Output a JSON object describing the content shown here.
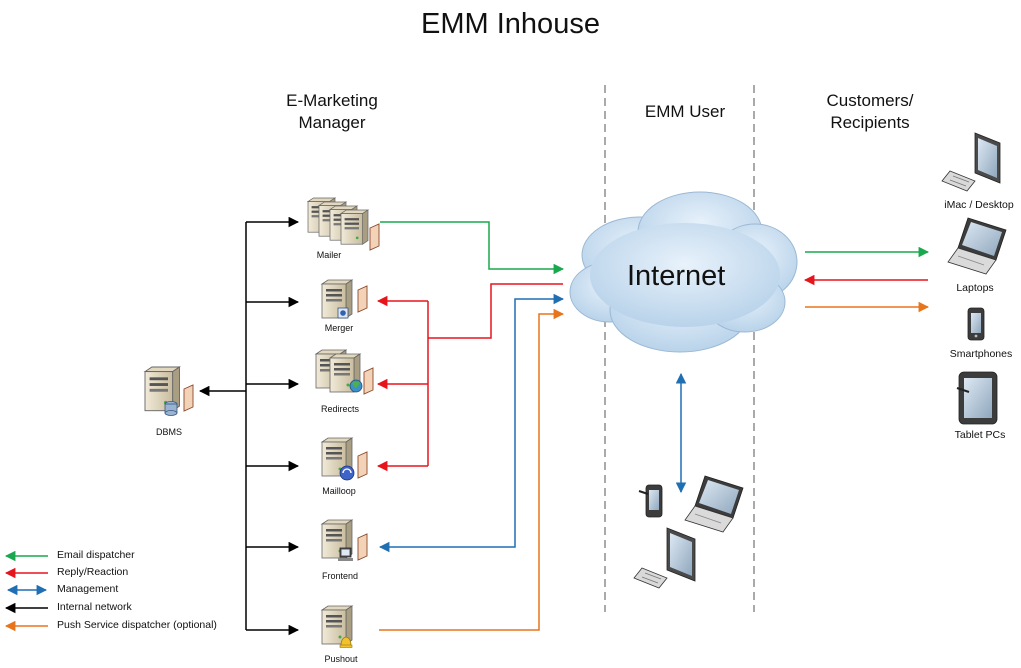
{
  "title": "EMM Inhouse",
  "sections": {
    "manager": [
      "E-Marketing",
      "Manager"
    ],
    "user": "EMM User",
    "customers": [
      "Customers/",
      "Recipients"
    ]
  },
  "cloud_label": "Internet",
  "nodes": {
    "dbms": "DBMS",
    "mailer": "Mailer",
    "merger": "Merger",
    "redirects": "Redirects",
    "mailloop": "Mailloop",
    "frontend": "Frontend",
    "pushout": "Pushout"
  },
  "devices": {
    "desktop": "iMac / Desktop",
    "laptops": "Laptops",
    "smartphones": "Smartphones",
    "tablets": "Tablet PCs"
  },
  "legend": [
    {
      "label": "Email dispatcher",
      "color": "#1aa84e"
    },
    {
      "label": "Reply/Reaction",
      "color": "#e8141b"
    },
    {
      "label": "Management",
      "color": "#1f6fb2"
    },
    {
      "label": "Internal network",
      "color": "#000000"
    },
    {
      "label": "Push Service dispatcher (optional)",
      "color": "#e8741c"
    }
  ],
  "colors": {
    "email": "#1aa84e",
    "reply": "#e8141b",
    "management": "#1f6fb2",
    "internal": "#000000",
    "push": "#e8741c"
  }
}
